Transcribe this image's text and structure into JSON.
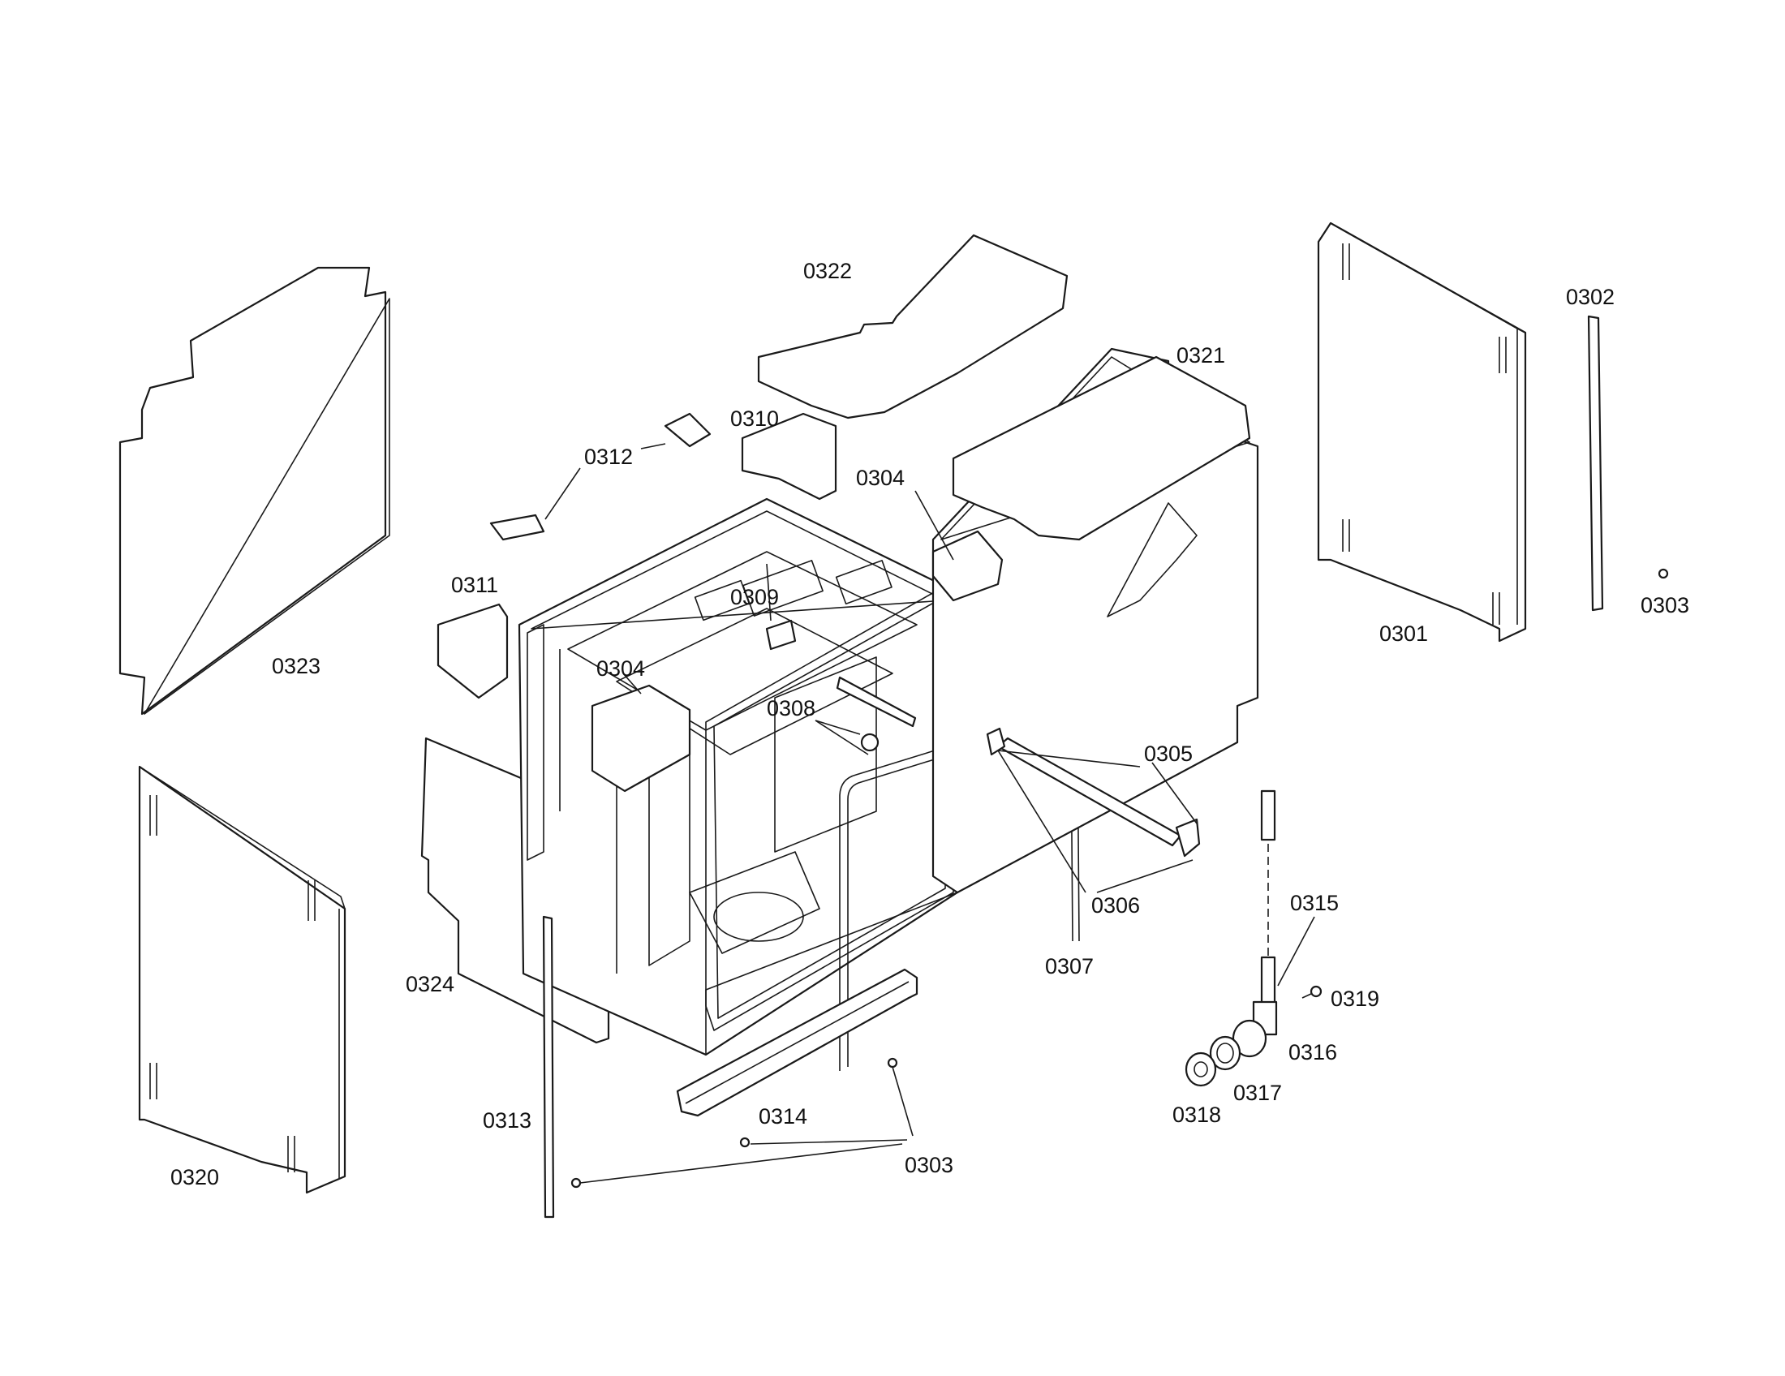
{
  "diagram": {
    "callouts": [
      {
        "id": "0301",
        "label": "0301"
      },
      {
        "id": "0302",
        "label": "0302"
      },
      {
        "id": "0303-right",
        "label": "0303"
      },
      {
        "id": "0303-bottom",
        "label": "0303"
      },
      {
        "id": "0304-top",
        "label": "0304"
      },
      {
        "id": "0304-left",
        "label": "0304"
      },
      {
        "id": "0305",
        "label": "0305"
      },
      {
        "id": "0306",
        "label": "0306"
      },
      {
        "id": "0307",
        "label": "0307"
      },
      {
        "id": "0308",
        "label": "0308"
      },
      {
        "id": "0309",
        "label": "0309"
      },
      {
        "id": "0310",
        "label": "0310"
      },
      {
        "id": "0311",
        "label": "0311"
      },
      {
        "id": "0312",
        "label": "0312"
      },
      {
        "id": "0313",
        "label": "0313"
      },
      {
        "id": "0314",
        "label": "0314"
      },
      {
        "id": "0315",
        "label": "0315"
      },
      {
        "id": "0316",
        "label": "0316"
      },
      {
        "id": "0317",
        "label": "0317"
      },
      {
        "id": "0318",
        "label": "0318"
      },
      {
        "id": "0319",
        "label": "0319"
      },
      {
        "id": "0320",
        "label": "0320"
      },
      {
        "id": "0321",
        "label": "0321"
      },
      {
        "id": "0322",
        "label": "0322"
      },
      {
        "id": "0323",
        "label": "0323"
      },
      {
        "id": "0324",
        "label": "0324"
      }
    ]
  }
}
